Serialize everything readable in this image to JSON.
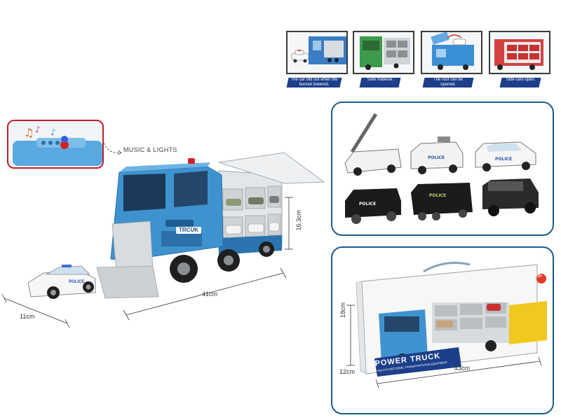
{
  "callout": {
    "label": "MUSIC & LIGHTS"
  },
  "features": [
    {
      "caption": "The car slid out when the bonnet lowered.",
      "accent": "#2a66c7"
    },
    {
      "caption": "Safe material.",
      "accent": "#2f8a3e"
    },
    {
      "caption": "The roof can be opened.",
      "accent": "#3b8fd4"
    },
    {
      "caption": "Side cars open.",
      "accent": "#c83232"
    }
  ],
  "truck": {
    "logo": "TRCUK",
    "car_label": "POLICE",
    "dims": {
      "length": "41cm",
      "width": "11cm",
      "height": "16.3cm"
    }
  },
  "minis": [
    {
      "name": "ladder-truck",
      "label": "",
      "color": "#f2f2f2"
    },
    {
      "name": "armored-van",
      "label": "POLICE",
      "color": "#f2f2f2"
    },
    {
      "name": "suv",
      "label": "POLICE",
      "color": "#f2f2f2"
    },
    {
      "name": "swat-van",
      "label": "POLICE",
      "color": "#1b1b1b"
    },
    {
      "name": "swat-truck",
      "label": "POLICE",
      "color": "#1b1b1b"
    },
    {
      "name": "jeep",
      "label": "",
      "color": "#1b1b1b"
    }
  ],
  "package": {
    "title": "POWER TRUCK",
    "subtitle": "MULTI-FUNCTIONAL TRANSPORTATION EQUIPMENT",
    "age": "3+",
    "dims": {
      "width": "43cm",
      "height": "18cm",
      "depth": "12cm"
    }
  },
  "colors": {
    "truck_blue": "#3e93cf",
    "panel_border": "#1b5d8a",
    "callout_red": "#c0202a"
  }
}
